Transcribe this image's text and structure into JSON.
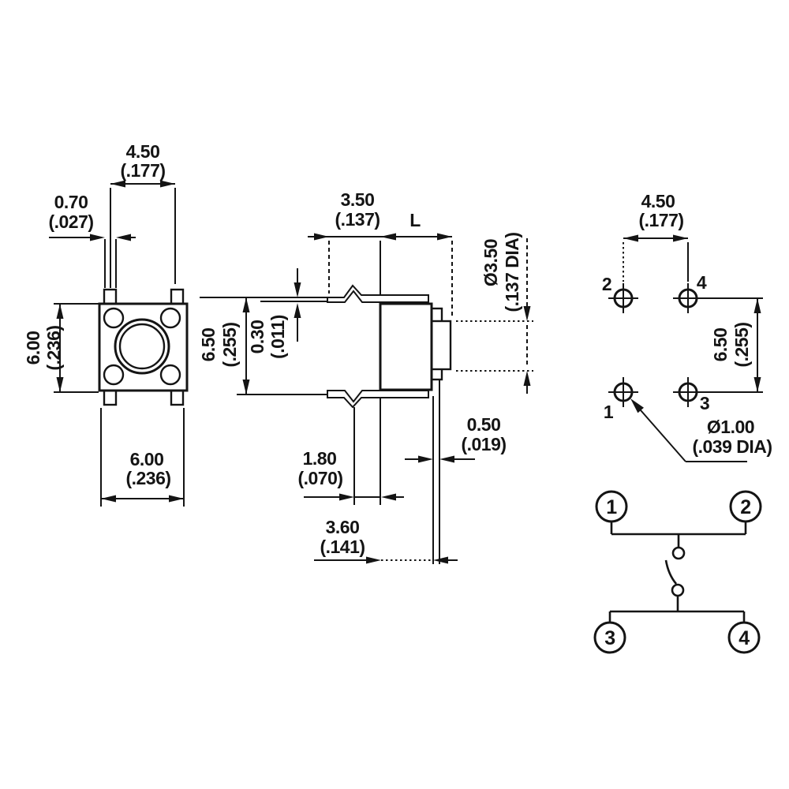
{
  "drawing": {
    "kind": "tactile-switch-dimension-drawing",
    "line_color": "#141414",
    "background": "#ffffff"
  },
  "top_view": {
    "pitch_top": {
      "mm": "4.50",
      "inch": "(.177)"
    },
    "tab_width": {
      "mm": "0.70",
      "inch": "(.027)"
    },
    "body_height": {
      "mm": "6.00",
      "inch": "(.236)"
    },
    "body_width": {
      "mm": "6.00",
      "inch": "(.236)"
    }
  },
  "side_view": {
    "lead_length": {
      "mm": "3.50",
      "inch": "(.137)"
    },
    "height_label": "L",
    "plunger_dia": {
      "mm": "Ø3.50",
      "inch": "(.137 DIA)"
    },
    "across_leads": {
      "mm": "6.50",
      "inch": "(.255)"
    },
    "lead_thickness": {
      "mm": "0.30",
      "inch": "(.011)"
    },
    "tab_step": {
      "mm": "0.50",
      "inch": "(.019)"
    },
    "clip_offset": {
      "mm": "1.80",
      "inch": "(.070)"
    },
    "body_depth": {
      "mm": "3.60",
      "inch": "(.141)"
    }
  },
  "pcb_view": {
    "pitch_x": {
      "mm": "4.50",
      "inch": "(.177)"
    },
    "pitch_y": {
      "mm": "6.50",
      "inch": "(.255)"
    },
    "hole_dia": {
      "mm": "Ø1.00",
      "inch": "(.039 DIA)"
    },
    "pins": {
      "top_left": "2",
      "top_right": "4",
      "bottom_left": "1",
      "bottom_right": "3"
    }
  },
  "schematic": {
    "terminals": {
      "top_left": "1",
      "top_right": "2",
      "bottom_left": "3",
      "bottom_right": "4"
    }
  }
}
